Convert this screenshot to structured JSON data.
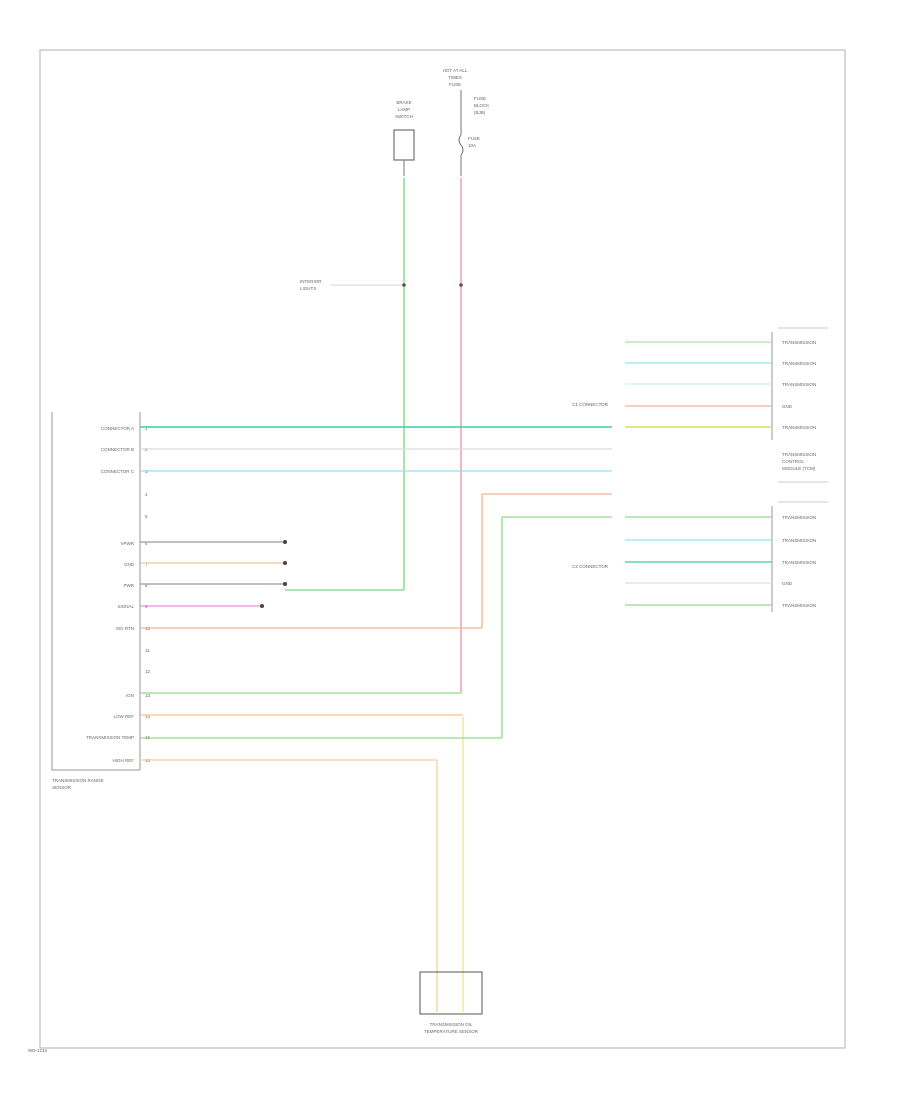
{
  "diagram": {
    "left_module_label": [
      "TRANSMISSION RANGE",
      "SENSOR"
    ],
    "left_pin_labels": [
      "CONNECTOR A",
      "CONNECTOR B",
      "CONNECTOR C",
      "",
      "",
      "VPWR",
      "GND",
      "PWR",
      "SIGNAL",
      "SIG RTN",
      "",
      "",
      "IGN",
      "LOW REF",
      "TRANSMISSION TEMP",
      "HIGH REF"
    ],
    "left_pin_numbers": [
      "1",
      "2",
      "3",
      "4",
      "5",
      "6",
      "7",
      "8",
      "9",
      "10",
      "11",
      "12",
      "13",
      "14",
      "15",
      "16"
    ],
    "top_left_component": [
      "BRAKE",
      "LAMP",
      "SWITCH"
    ],
    "top_right_component": [
      "HOT AT ALL",
      "TIMES",
      "FUSE"
    ],
    "top_right_note": [
      "FUSE",
      "BLOCK",
      "(BJB)"
    ],
    "fuse_label": [
      "FUSE",
      "10A"
    ],
    "splice_label_left": [
      "INTERIOR",
      "LIGHTS"
    ],
    "bottom_component": [
      "TRANSMISSION OIL",
      "TEMPERATURE SENSOR"
    ],
    "right_top_group_title": "C1 CONNECTOR",
    "right_top_group_label": [
      "TRANSMISSION",
      "CONTROL",
      "MODULE (TCM)"
    ],
    "right_bottom_group_title": "C2 CONNECTOR",
    "right_pin_label": "TRANSMISSION",
    "ground_label": "GND",
    "frame_corner_label": "WD-1234"
  }
}
